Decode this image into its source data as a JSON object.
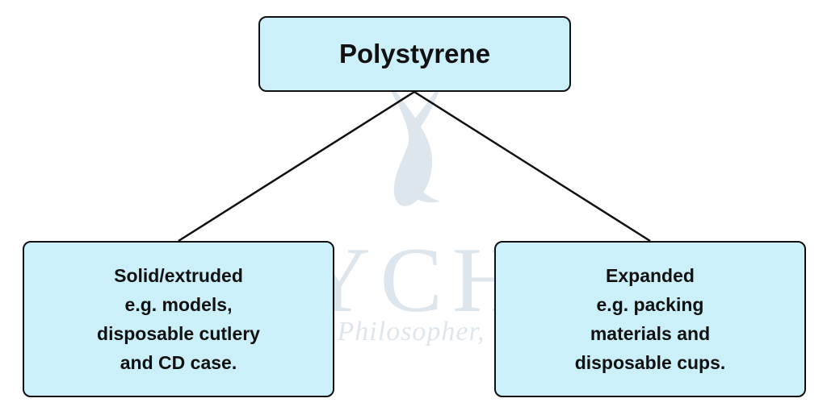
{
  "diagram": {
    "root": {
      "label": "Polystyrene"
    },
    "children": [
      {
        "lines": [
          "Solid/extruded",
          "e.g. models,",
          "disposable cutlery",
          "and CD case."
        ]
      },
      {
        "lines": [
          "Expanded",
          "e.g. packing",
          "materials and",
          "disposable cups."
        ]
      }
    ]
  },
  "watermark": {
    "brand": "TYCHR",
    "tagline": "Friend, Philosopher, Guide"
  },
  "colors": {
    "node_fill": "#ccf0fa",
    "node_border": "#111111",
    "watermark": "#c3d3e0"
  }
}
